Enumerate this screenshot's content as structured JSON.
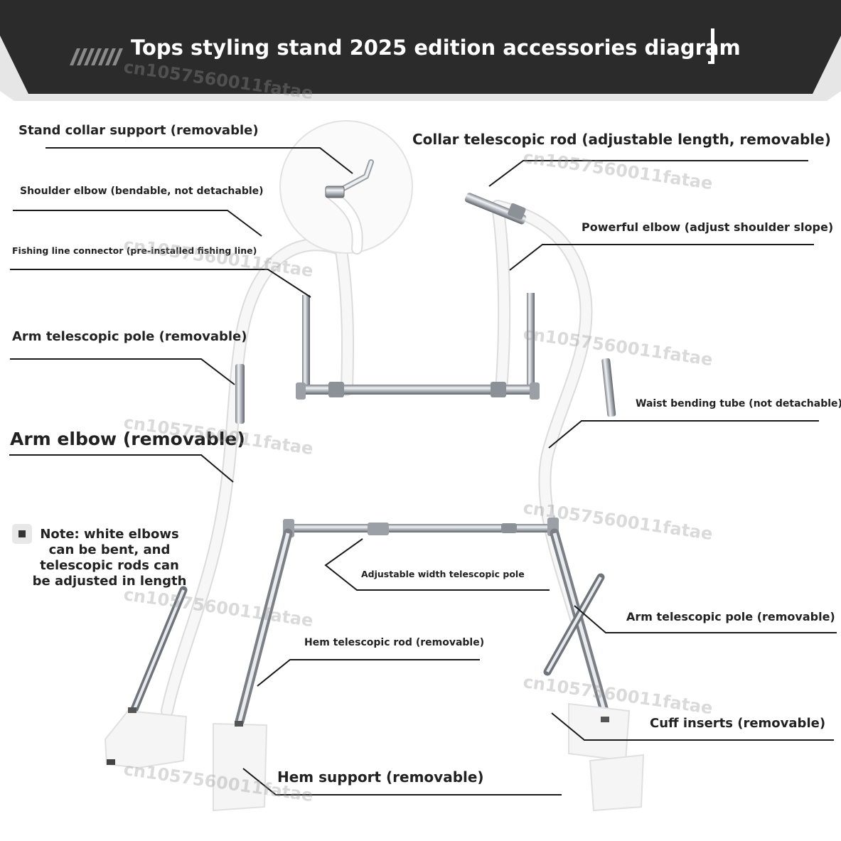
{
  "title": "Tops styling stand 2025 edition accessories diagram",
  "labels": {
    "stand_collar_support": "Stand collar support (removable)",
    "shoulder_elbow": "Shoulder elbow (bendable, not detachable)",
    "fishing_line_connector": "Fishing line connector (pre-installed fishing line)",
    "arm_telescopic_pole_left": "Arm telescopic pole (removable)",
    "arm_elbow": "Arm elbow (removable)",
    "collar_telescopic_rod": "Collar telescopic rod (adjustable length, removable)",
    "powerful_elbow": "Powerful elbow (adjust shoulder slope)",
    "waist_bending_tube": "Waist bending tube (not detachable)",
    "adjustable_width_pole": "Adjustable width telescopic pole",
    "arm_telescopic_pole_right": "Arm telescopic pole (removable)",
    "hem_telescopic_rod": "Hem telescopic rod (removable)",
    "cuff_inserts": "Cuff inserts (removable)",
    "hem_support": "Hem support (removable)"
  },
  "note": "Note: white elbows\ncan be bent, and\ntelescopic rods can\nbe adjusted in length",
  "watermark": "cn1057560011fatae",
  "colors": {
    "banner": "#2b2b2b",
    "banner_edge": "#e6e6e6",
    "text": "#222222",
    "leader": "#1a1a1a",
    "chrome": "#b9bec4",
    "white_tube": "#f4f4f4"
  }
}
